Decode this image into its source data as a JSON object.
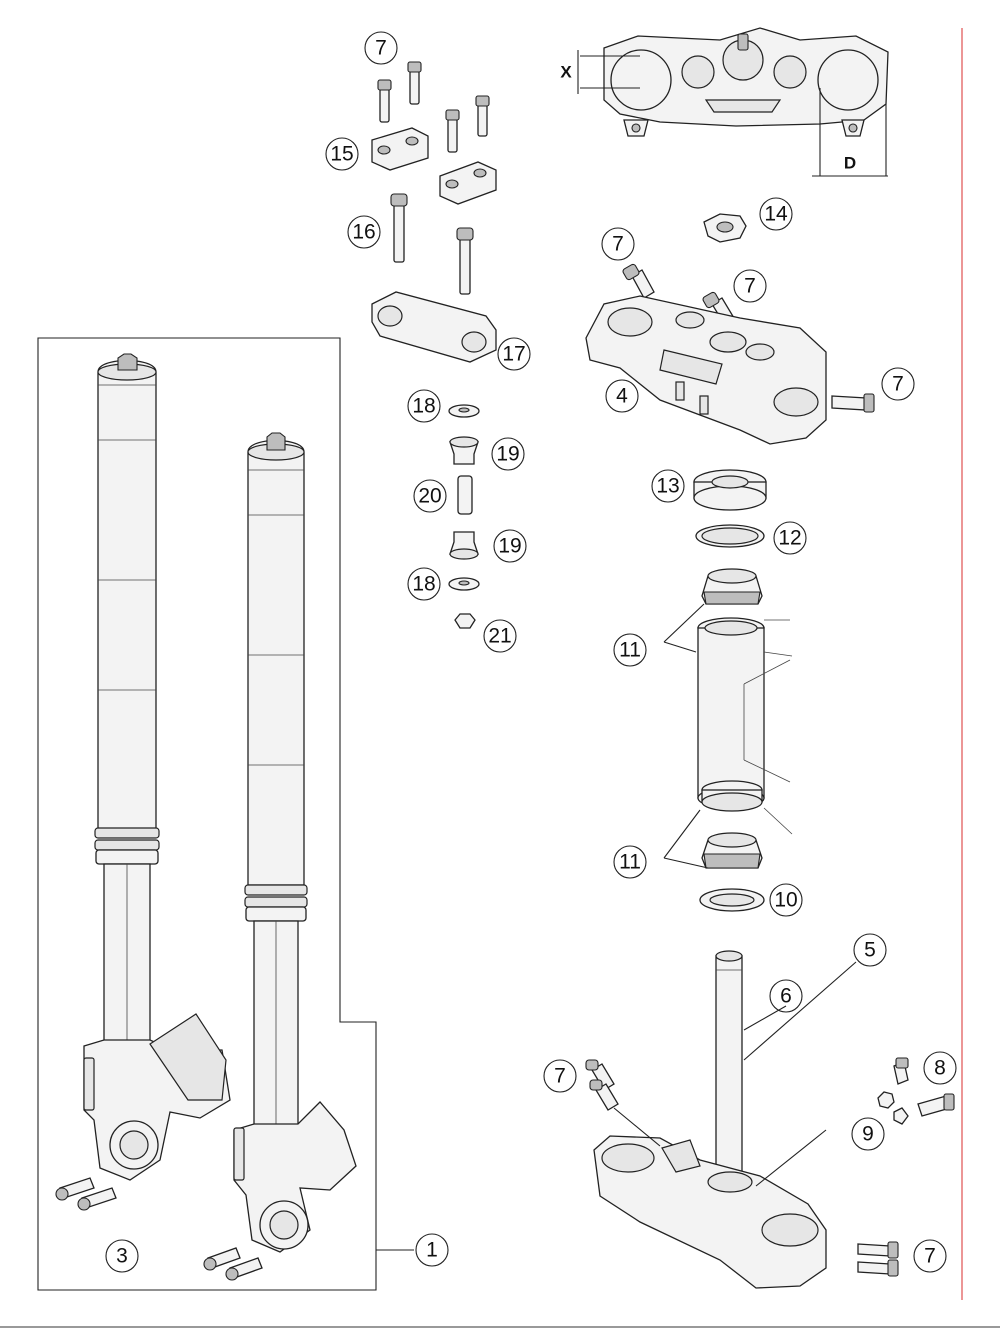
{
  "callouts": [
    {
      "id": "c1",
      "text": "1"
    },
    {
      "id": "c3",
      "text": "3"
    },
    {
      "id": "c4",
      "text": "4"
    },
    {
      "id": "c5",
      "text": "5"
    },
    {
      "id": "c6",
      "text": "6"
    },
    {
      "id": "c7a",
      "text": "7"
    },
    {
      "id": "c7b",
      "text": "7"
    },
    {
      "id": "c7c",
      "text": "7"
    },
    {
      "id": "c7d",
      "text": "7"
    },
    {
      "id": "c7e",
      "text": "7"
    },
    {
      "id": "c7f",
      "text": "7"
    },
    {
      "id": "c8",
      "text": "8"
    },
    {
      "id": "c9",
      "text": "9"
    },
    {
      "id": "c10",
      "text": "10"
    },
    {
      "id": "c11a",
      "text": "11"
    },
    {
      "id": "c11b",
      "text": "11"
    },
    {
      "id": "c12",
      "text": "12"
    },
    {
      "id": "c13",
      "text": "13"
    },
    {
      "id": "c14",
      "text": "14"
    },
    {
      "id": "c15",
      "text": "15"
    },
    {
      "id": "c16",
      "text": "16"
    },
    {
      "id": "c17",
      "text": "17"
    },
    {
      "id": "c18a",
      "text": "18"
    },
    {
      "id": "c18b",
      "text": "18"
    },
    {
      "id": "c19a",
      "text": "19"
    },
    {
      "id": "c19b",
      "text": "19"
    },
    {
      "id": "c20",
      "text": "20"
    },
    {
      "id": "c21",
      "text": "21"
    }
  ],
  "dimension_labels": {
    "x": "X",
    "d": "D"
  },
  "colors": {
    "line": "#222222",
    "part_fill": "#f3f3f3",
    "margin_line": "#e05050",
    "bottom_rule": "#999999"
  }
}
